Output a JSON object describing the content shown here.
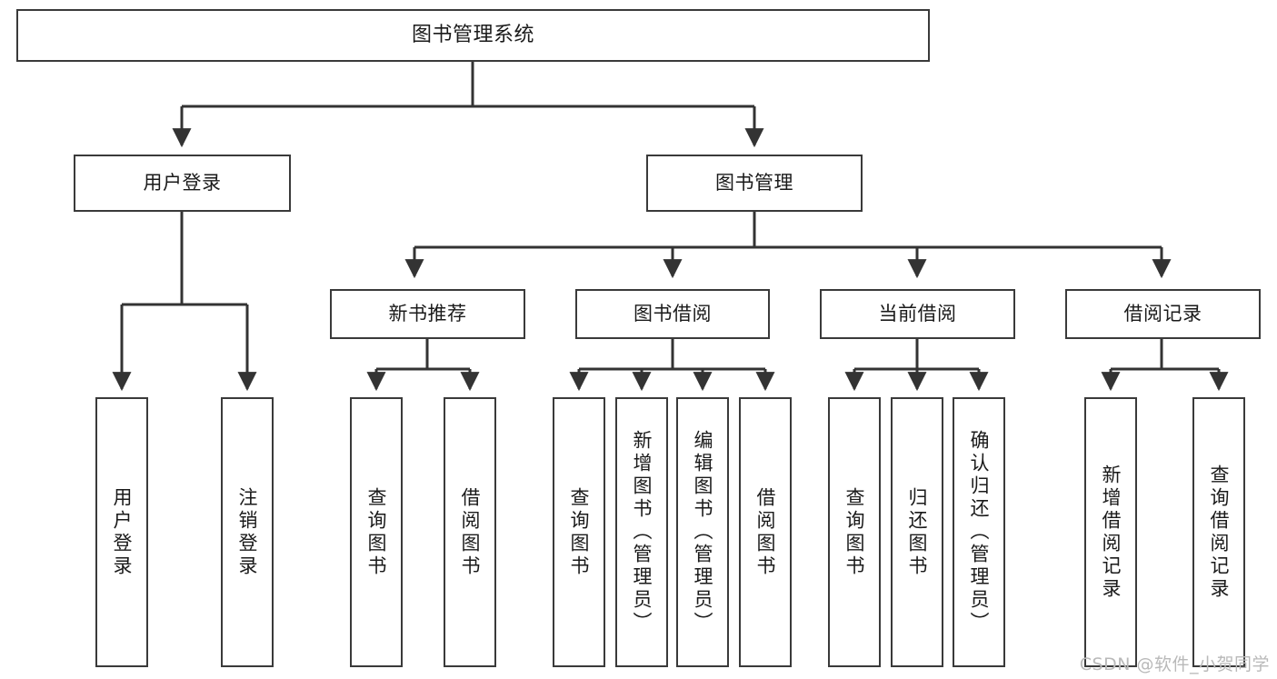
{
  "diagram": {
    "kind": "functional-structure-tree",
    "title": "图书管理系统",
    "watermark": "CSDN @软件_小贺同学",
    "colors": {
      "box_border": "#3a3a3a",
      "box_fill": "#ffffff",
      "edge": "#333333",
      "text": "#1a1a1a",
      "watermark": "#b9b9b9",
      "background": "#ffffff"
    },
    "nodes": {
      "root": {
        "label": "图书管理系统"
      },
      "level1": [
        {
          "id": "user-login",
          "label": "用户登录"
        },
        {
          "id": "book-manage",
          "label": "图书管理"
        }
      ],
      "level2": [
        {
          "id": "new-book-recommend",
          "label": "新书推荐"
        },
        {
          "id": "book-borrow",
          "label": "图书借阅"
        },
        {
          "id": "current-borrow",
          "label": "当前借阅"
        },
        {
          "id": "borrow-record",
          "label": "借阅记录"
        }
      ],
      "leaves": {
        "user-login": [
          {
            "id": "leaf-user-login",
            "label": "用户登录"
          },
          {
            "id": "leaf-user-logout",
            "label": "注销登录"
          }
        ],
        "new-book-recommend": [
          {
            "id": "leaf-query-book-1",
            "label": "查询图书"
          },
          {
            "id": "leaf-borrow-book-1",
            "label": "借阅图书"
          }
        ],
        "book-borrow": [
          {
            "id": "leaf-query-book-2",
            "label": "查询图书"
          },
          {
            "id": "leaf-add-book-admin",
            "label": "新增图书（管理员）"
          },
          {
            "id": "leaf-edit-book-admin",
            "label": "编辑图书（管理员）"
          },
          {
            "id": "leaf-borrow-book-2",
            "label": "借阅图书"
          }
        ],
        "current-borrow": [
          {
            "id": "leaf-query-book-3",
            "label": "查询图书"
          },
          {
            "id": "leaf-return-book",
            "label": "归还图书"
          },
          {
            "id": "leaf-confirm-return-admin",
            "label": "确认归还（管理员）"
          }
        ],
        "borrow-record": [
          {
            "id": "leaf-add-borrow-record",
            "label": "新增借阅记录"
          },
          {
            "id": "leaf-query-borrow-record",
            "label": "查询借阅记录"
          }
        ]
      }
    }
  }
}
